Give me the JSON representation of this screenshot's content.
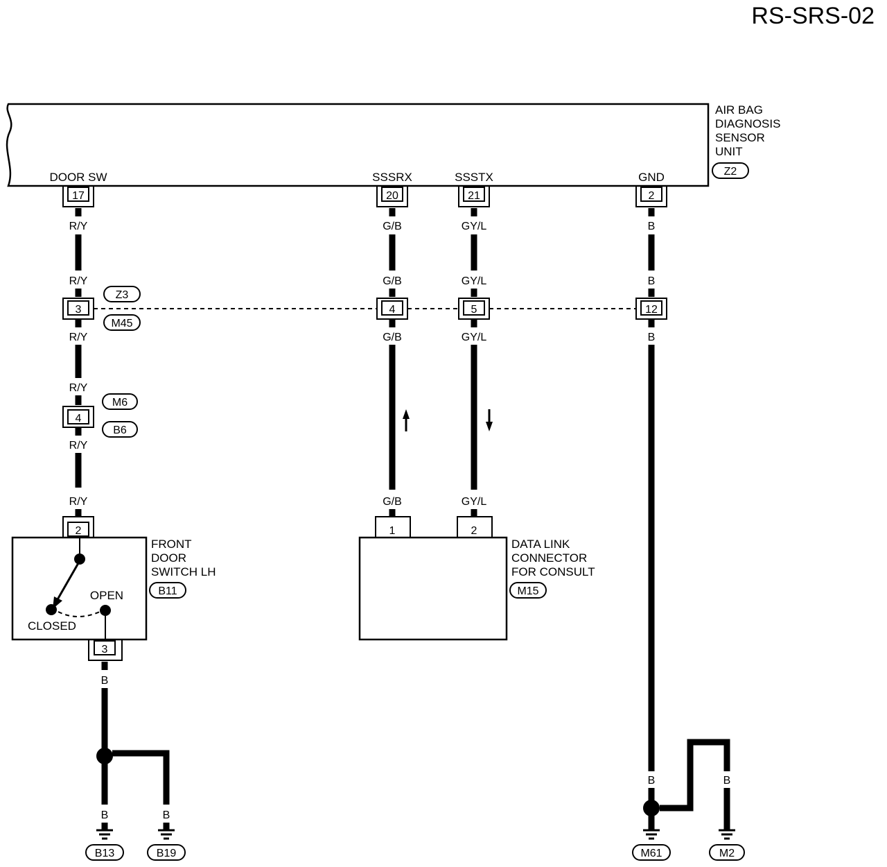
{
  "page_id": "RS-SRS-02",
  "air_bag_unit": {
    "name_lines": [
      "AIR BAG",
      "DIAGNOSIS",
      "SENSOR",
      "UNIT"
    ],
    "connector": "Z2",
    "terminals": [
      {
        "label": "DOOR SW",
        "pin": "17"
      },
      {
        "label": "SSSRX",
        "pin": "20"
      },
      {
        "label": "SSSTX",
        "pin": "21"
      },
      {
        "label": "GND",
        "pin": "2"
      }
    ]
  },
  "harness_joint_1": {
    "connectors": [
      "Z3",
      "M45"
    ],
    "pins": [
      "3",
      "4",
      "5",
      "12"
    ]
  },
  "harness_joint_2": {
    "connectors": [
      "M6",
      "B6"
    ],
    "pin": "4"
  },
  "front_door_switch": {
    "name_lines": [
      "FRONT",
      "DOOR",
      "SWITCH LH"
    ],
    "connector": "B11",
    "pin_top": "2",
    "pin_bottom": "3",
    "state_open": "OPEN",
    "state_closed": "CLOSED"
  },
  "data_link": {
    "name_lines": [
      "DATA LINK",
      "CONNECTOR",
      "FOR CONSULT"
    ],
    "connector": "M15",
    "pins": [
      "1",
      "2"
    ]
  },
  "wire_colors": {
    "door_sw": "R/Y",
    "sssrx": "G/B",
    "ssstx": "GY/L",
    "ground": "B"
  },
  "grounds": [
    "B13",
    "B19",
    "M61",
    "M2"
  ]
}
